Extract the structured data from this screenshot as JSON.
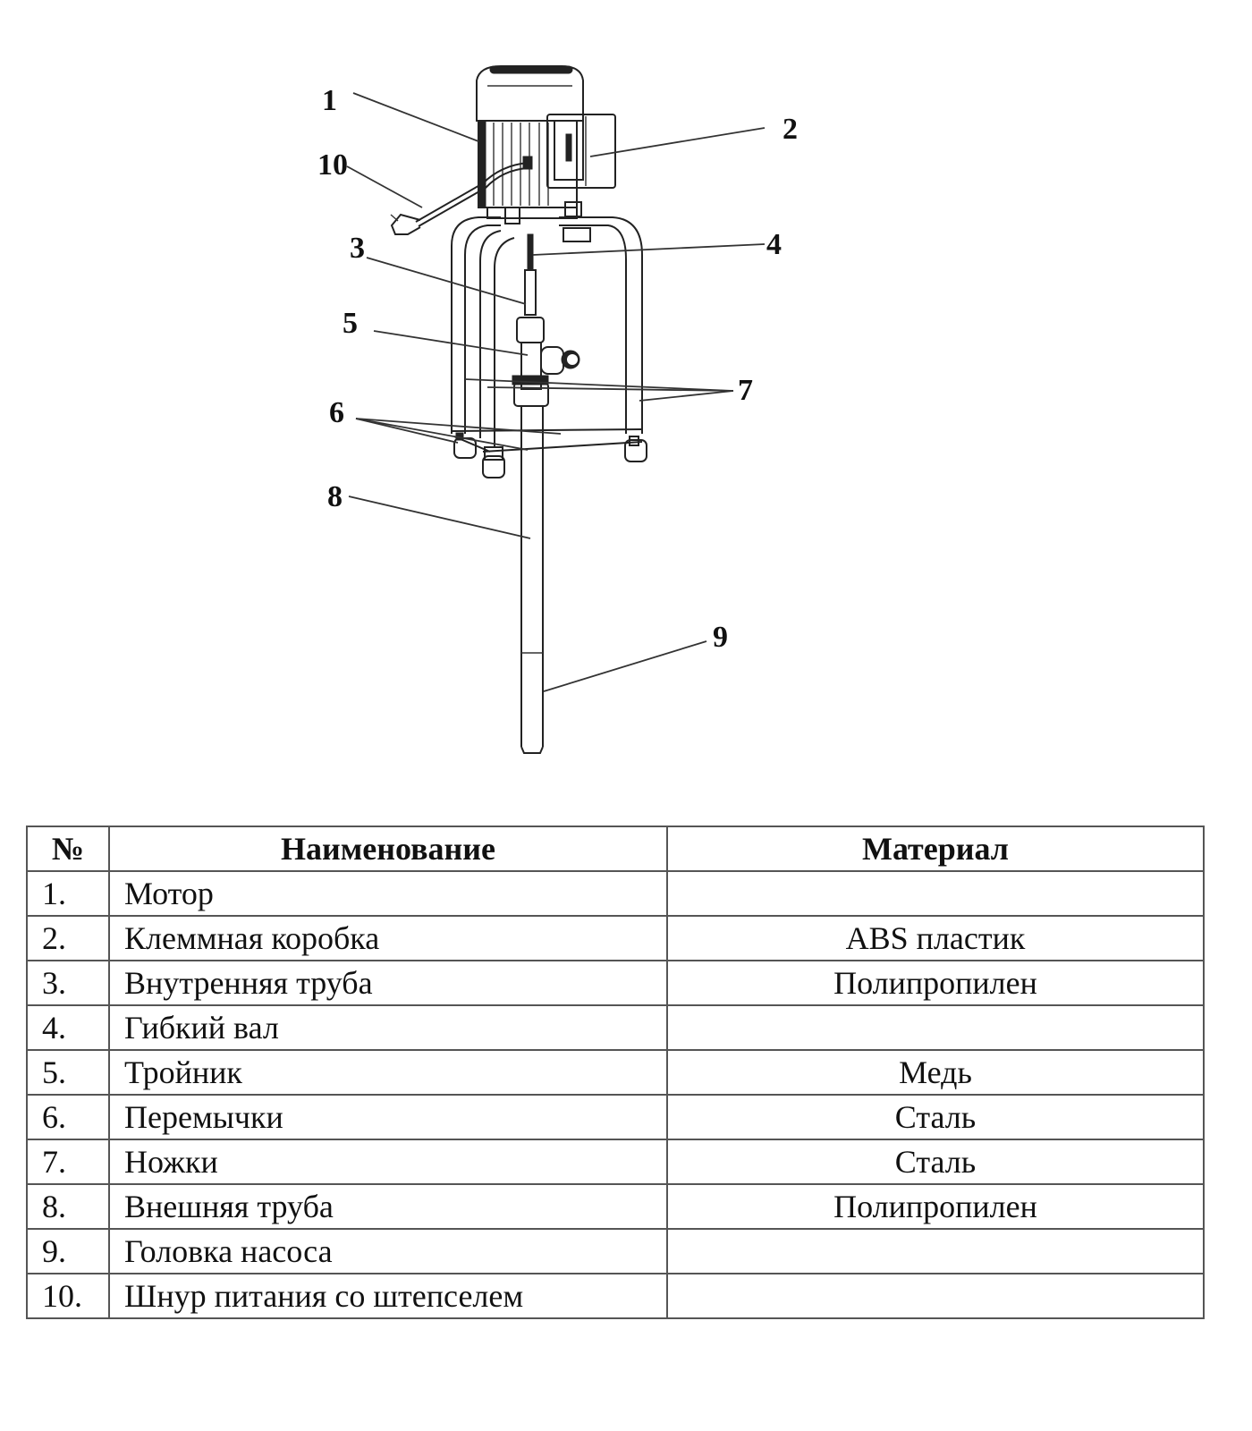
{
  "diagram": {
    "callouts": [
      {
        "id": "1",
        "label": "1"
      },
      {
        "id": "2",
        "label": "2"
      },
      {
        "id": "3",
        "label": "3"
      },
      {
        "id": "4",
        "label": "4"
      },
      {
        "id": "5",
        "label": "5"
      },
      {
        "id": "6",
        "label": "6"
      },
      {
        "id": "7",
        "label": "7"
      },
      {
        "id": "8",
        "label": "8"
      },
      {
        "id": "9",
        "label": "9"
      },
      {
        "id": "10",
        "label": "10"
      }
    ]
  },
  "table": {
    "headers": {
      "num": "№",
      "name": "Наименование",
      "material": "Материал"
    },
    "rows": [
      {
        "num": "1.",
        "name": "Мотор",
        "material": ""
      },
      {
        "num": "2.",
        "name": "Клеммная коробка",
        "material": "ABS пластик"
      },
      {
        "num": "3.",
        "name": "Внутренняя труба",
        "material": "Полипропилен"
      },
      {
        "num": "4.",
        "name": "Гибкий вал",
        "material": ""
      },
      {
        "num": "5.",
        "name": "Тройник",
        "material": "Медь"
      },
      {
        "num": "6.",
        "name": "Перемычки",
        "material": "Сталь"
      },
      {
        "num": "7.",
        "name": "Ножки",
        "material": "Сталь"
      },
      {
        "num": "8.",
        "name": "Внешняя труба",
        "material": "Полипропилен"
      },
      {
        "num": "9.",
        "name": "Головка насоса",
        "material": ""
      },
      {
        "num": "10.",
        "name": "Шнур питания со штепселем",
        "material": ""
      }
    ]
  }
}
